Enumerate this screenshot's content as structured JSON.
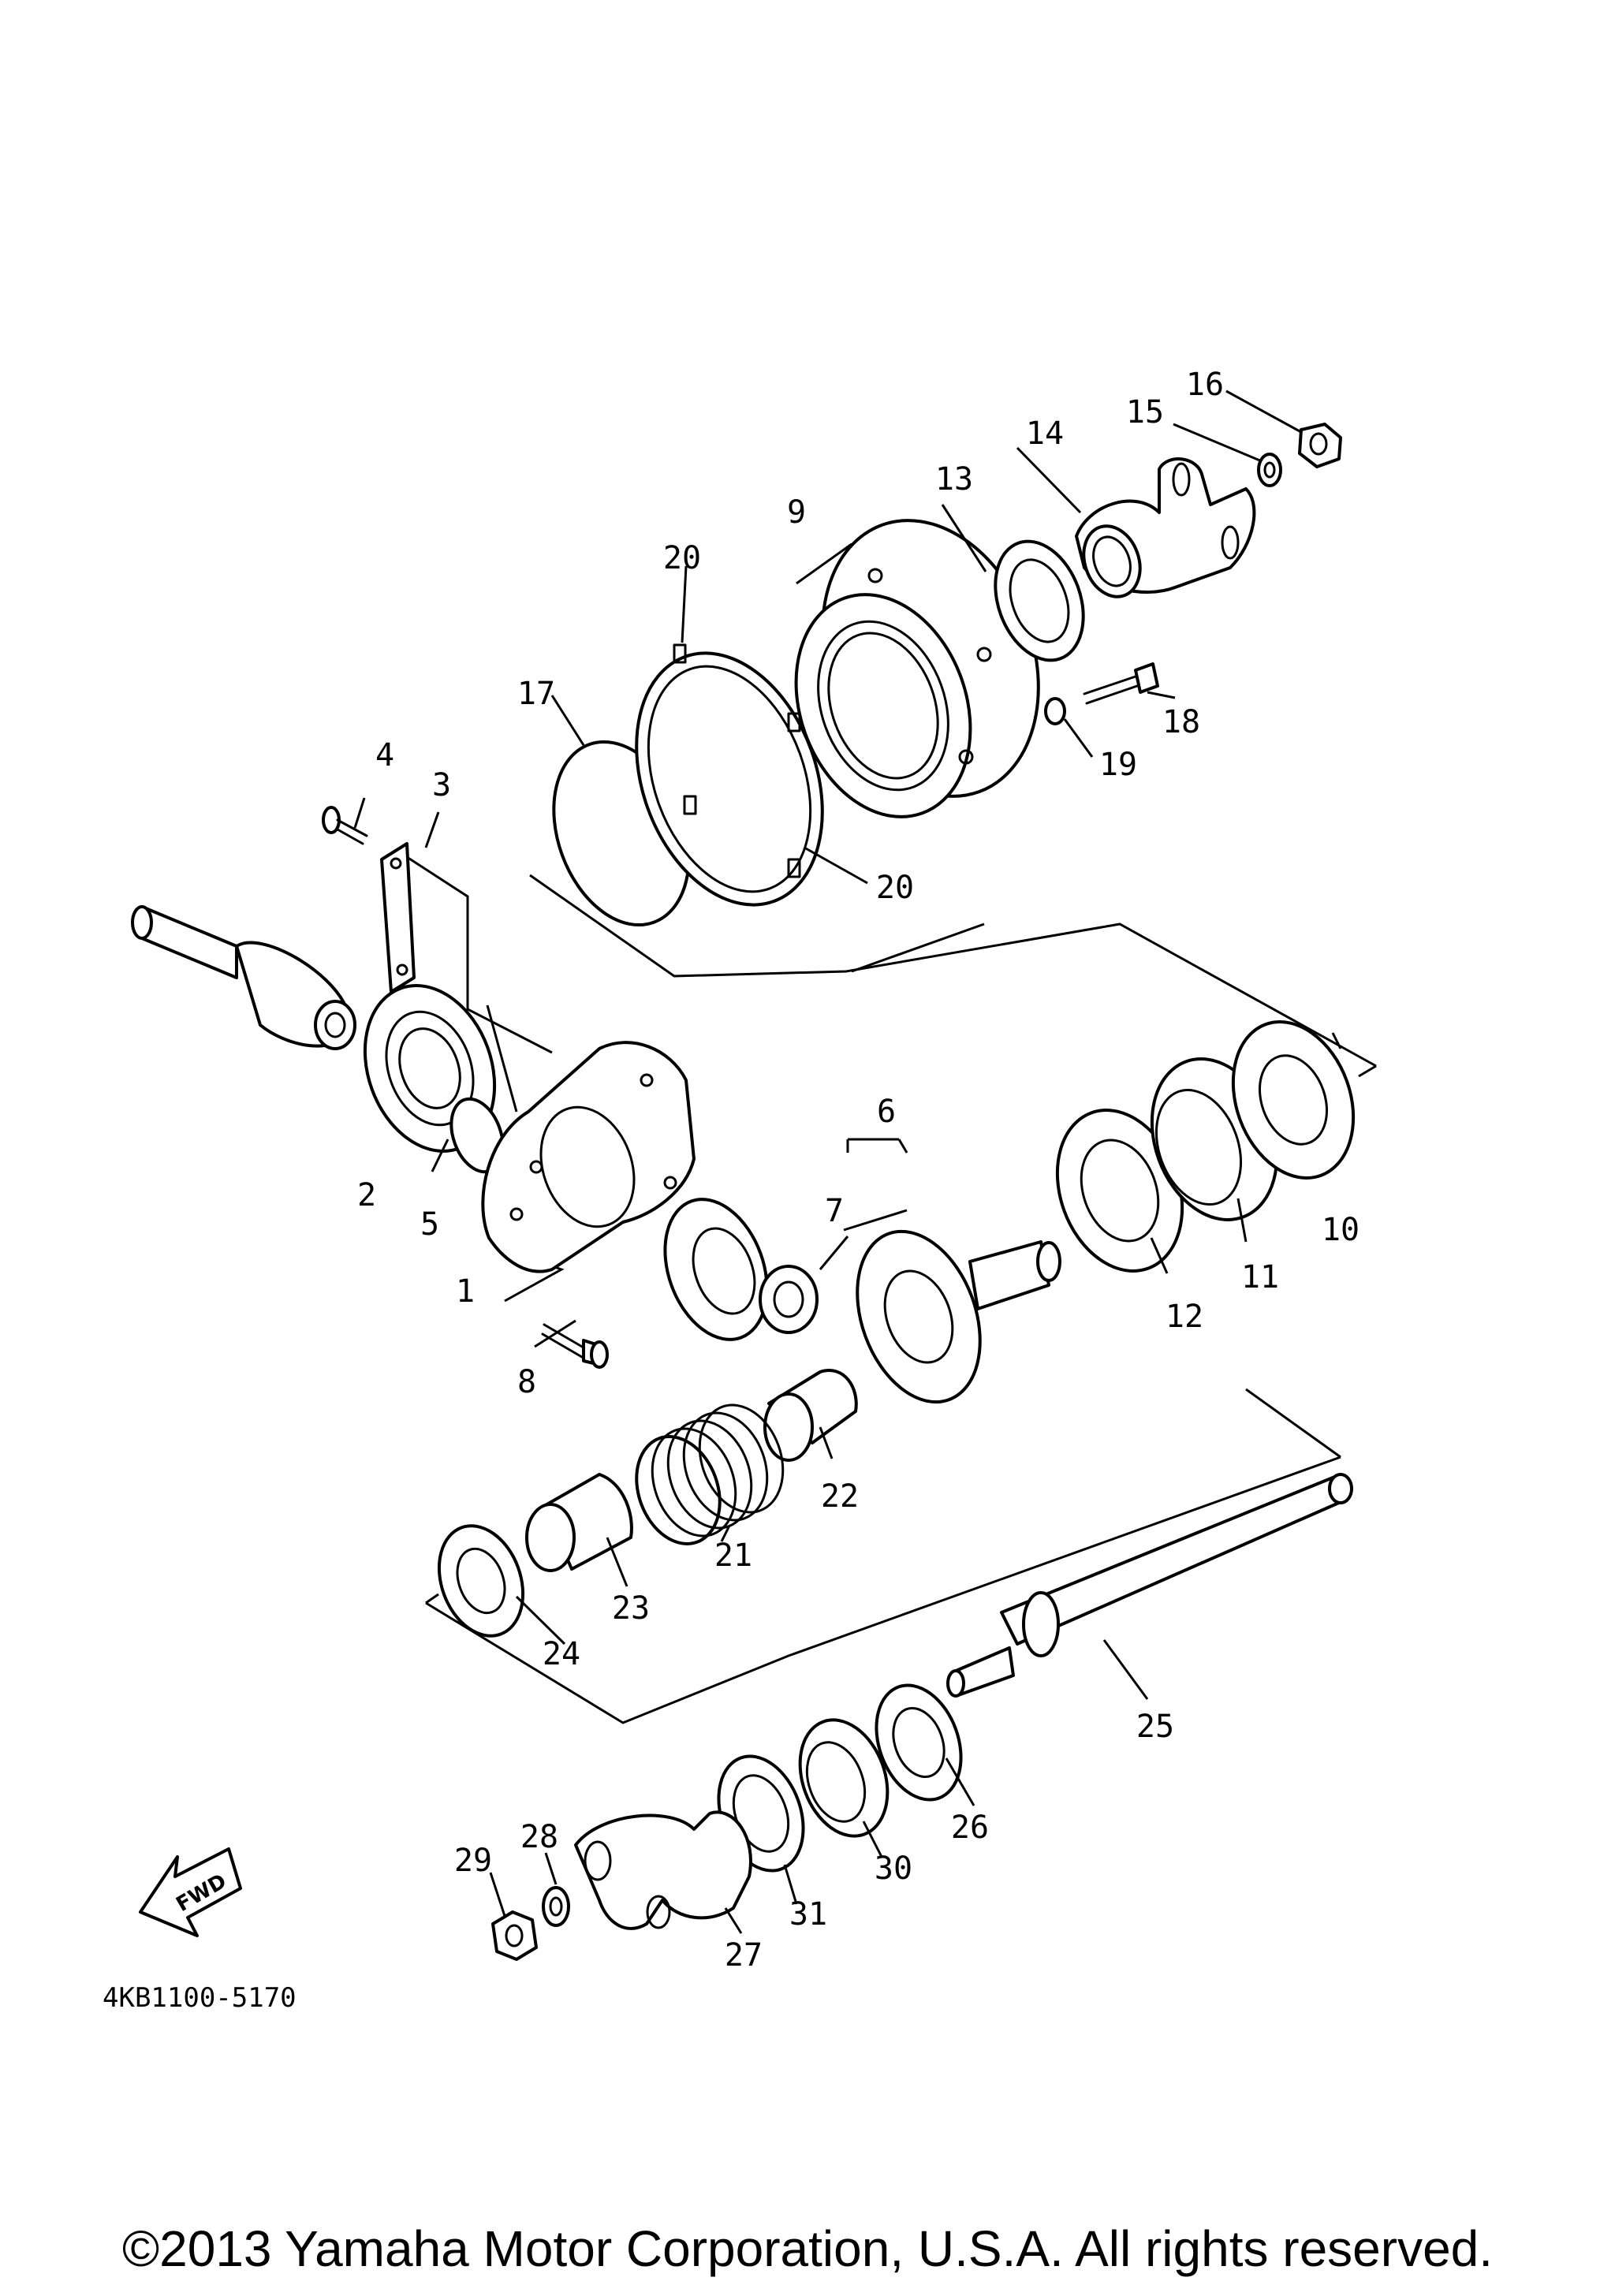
{
  "diagram": {
    "part_numbers": [
      "1",
      "2",
      "3",
      "4",
      "5",
      "6",
      "7",
      "8",
      "9",
      "10",
      "11",
      "12",
      "13",
      "14",
      "15",
      "16",
      "17",
      "18",
      "19",
      "20",
      "20",
      "21",
      "22",
      "23",
      "24",
      "25",
      "26",
      "27",
      "28",
      "29",
      "30",
      "31"
    ],
    "drawing_code": "4KB1100-5170",
    "direction_label": "FWD"
  },
  "footer": {
    "copyright": "©2013 Yamaha Motor Corporation, U.S.A. All rights reserved."
  }
}
